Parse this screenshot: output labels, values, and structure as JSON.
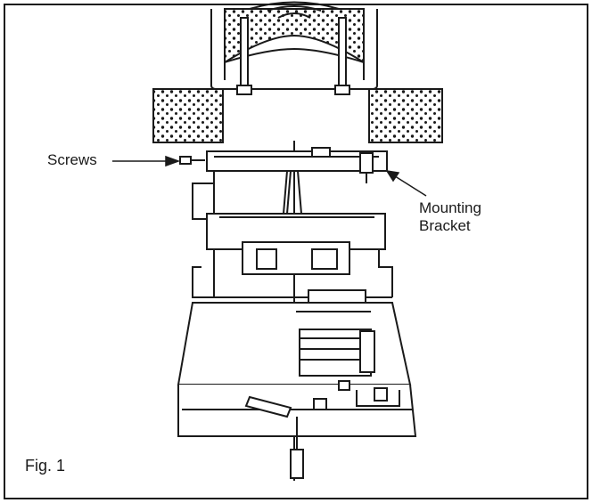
{
  "diagram": {
    "labels": {
      "screws": "Screws",
      "mounting_line1": "Mounting",
      "mounting_line2": "Bracket",
      "figure": "Fig. 1"
    },
    "colors": {
      "line": "#1a1a1a",
      "background": "#ffffff",
      "fill_dots": "#1a1a1a"
    }
  }
}
